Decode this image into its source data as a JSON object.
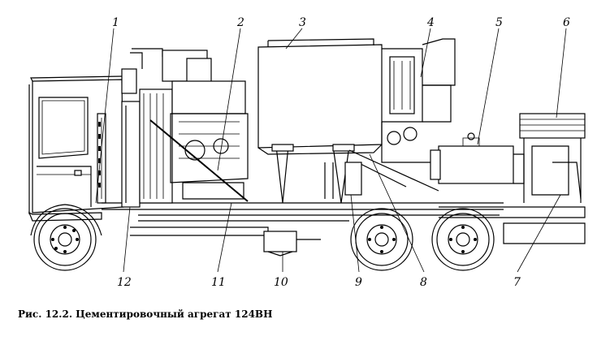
{
  "figure": {
    "caption": "Рис. 12.2. Цементировочный агрегат 124ВН"
  },
  "callouts": [
    {
      "id": "1",
      "label": "1"
    },
    {
      "id": "2",
      "label": "2"
    },
    {
      "id": "3",
      "label": "3"
    },
    {
      "id": "4",
      "label": "4"
    },
    {
      "id": "5",
      "label": "5"
    },
    {
      "id": "6",
      "label": "6"
    },
    {
      "id": "7",
      "label": "7"
    },
    {
      "id": "8",
      "label": "8"
    },
    {
      "id": "9",
      "label": "9"
    },
    {
      "id": "10",
      "label": "10"
    },
    {
      "id": "11",
      "label": "11"
    },
    {
      "id": "12",
      "label": "12"
    }
  ]
}
